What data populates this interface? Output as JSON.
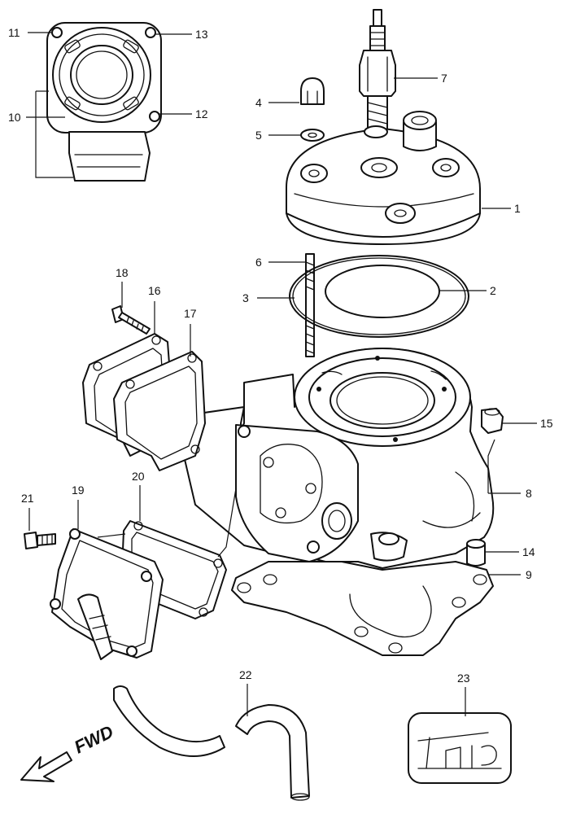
{
  "diagram": {
    "callouts": [
      {
        "id": "1",
        "label": "1"
      },
      {
        "id": "2",
        "label": "2"
      },
      {
        "id": "3",
        "label": "3"
      },
      {
        "id": "4",
        "label": "4"
      },
      {
        "id": "5",
        "label": "5"
      },
      {
        "id": "6",
        "label": "6"
      },
      {
        "id": "7",
        "label": "7"
      },
      {
        "id": "8",
        "label": "8"
      },
      {
        "id": "9",
        "label": "9"
      },
      {
        "id": "10",
        "label": "10"
      },
      {
        "id": "11",
        "label": "11"
      },
      {
        "id": "12",
        "label": "12"
      },
      {
        "id": "13",
        "label": "13"
      },
      {
        "id": "14",
        "label": "14"
      },
      {
        "id": "15",
        "label": "15"
      },
      {
        "id": "16",
        "label": "16"
      },
      {
        "id": "17",
        "label": "17"
      },
      {
        "id": "18",
        "label": "18"
      },
      {
        "id": "19",
        "label": "19"
      },
      {
        "id": "20",
        "label": "20"
      },
      {
        "id": "21",
        "label": "21"
      },
      {
        "id": "22",
        "label": "22"
      },
      {
        "id": "23",
        "label": "23"
      }
    ],
    "direction_label": "FWD"
  }
}
